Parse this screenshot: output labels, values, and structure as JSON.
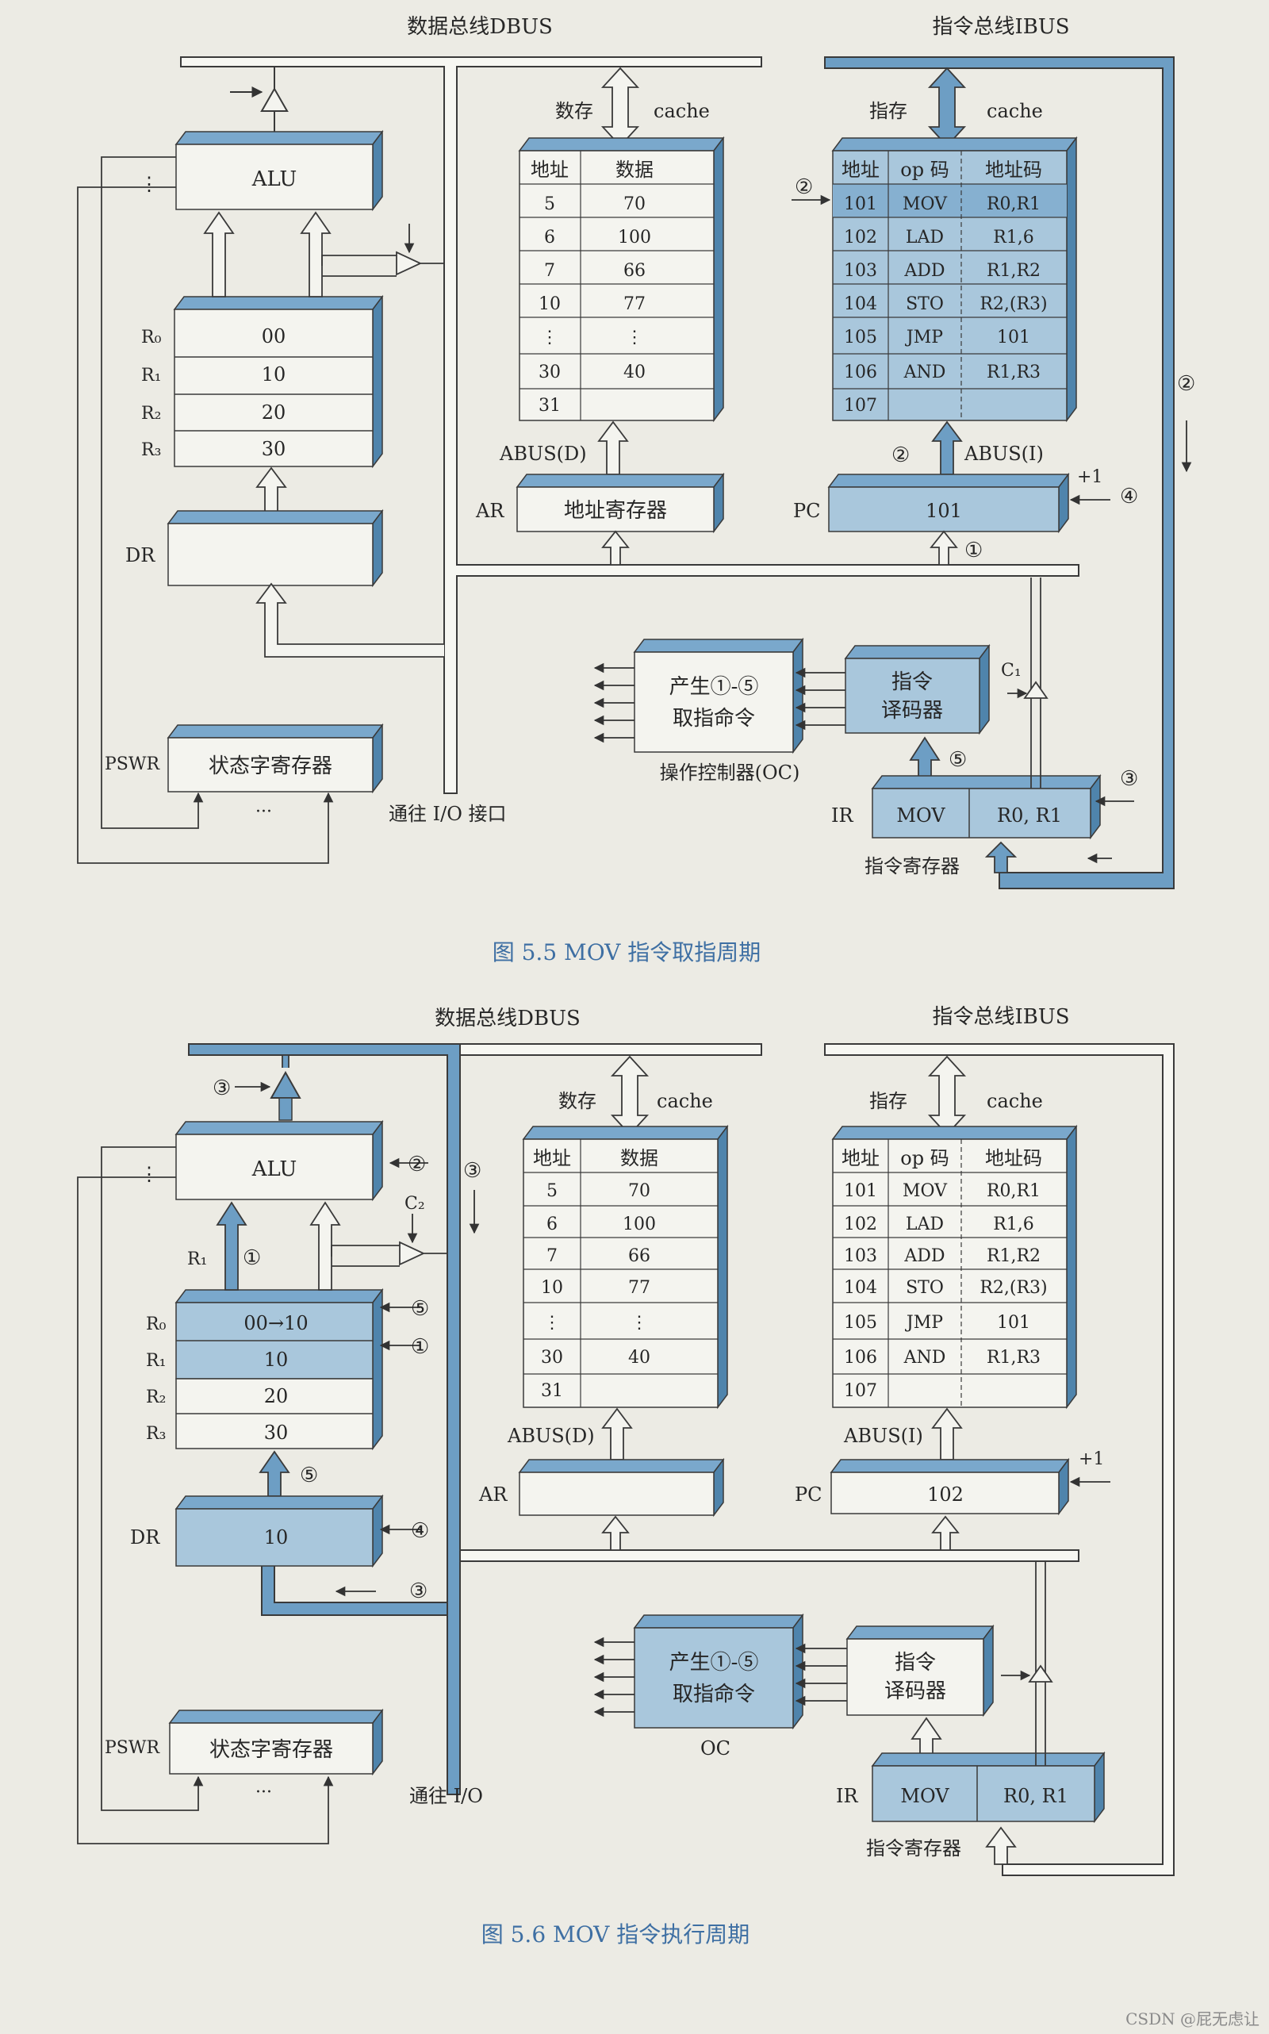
{
  "colors": {
    "page": "#ecebe4",
    "box": "#f4f4ef",
    "highlight": "#a9c7dc",
    "bus": "#f7f7f2",
    "active_bus": "#6d9ec4",
    "line": "#3a3a3a",
    "caption": "#3e6fa3",
    "side": "#4f84ac",
    "top": "#7aa8cc"
  },
  "watermark": "CSDN @屁无虑让",
  "fig1": {
    "caption": "图 5.5   MOV 指令取指周期",
    "dbus_title": "数据总线DBUS",
    "ibus_title": "指令总线IBUS",
    "alu": "ALU",
    "alu_dots": "⋮",
    "regs": [
      {
        "name": "R₀",
        "value": "00"
      },
      {
        "name": "R₁",
        "value": "10"
      },
      {
        "name": "R₂",
        "value": "20"
      },
      {
        "name": "R₃",
        "value": "30"
      }
    ],
    "dr_label": "DR",
    "dr_value": "",
    "pswr_label": "PSWR",
    "pswr_box": "状态字寄存器",
    "pswr_dots": "···",
    "dcache_title": "数存",
    "dcache_label": "cache",
    "dmem_headers": [
      "地址",
      "数据"
    ],
    "dmem_rows": [
      [
        "5",
        "70"
      ],
      [
        "6",
        "100"
      ],
      [
        "7",
        "66"
      ],
      [
        "10",
        "77"
      ],
      [
        "⋮",
        "⋮"
      ],
      [
        "30",
        "40"
      ],
      [
        "31",
        ""
      ]
    ],
    "abus_d": "ABUS(D)",
    "ar_label": "AR",
    "ar_box": "地址寄存器",
    "icache_title": "指存",
    "icache_label": "cache",
    "imem_headers": [
      "地址",
      "op 码",
      "地址码"
    ],
    "imem_rows": [
      [
        "101",
        "MOV",
        "R0,R1"
      ],
      [
        "102",
        "LAD",
        "R1,6"
      ],
      [
        "103",
        "ADD",
        "R1,R2"
      ],
      [
        "104",
        "STO",
        "R2,(R3)"
      ],
      [
        "105",
        "JMP",
        "101"
      ],
      [
        "106",
        "AND",
        "R1,R3"
      ],
      [
        "107",
        "",
        ""
      ]
    ],
    "abus_i": "ABUS(I)",
    "pc_label": "PC",
    "pc_value": "101",
    "plus1": "+1",
    "oc_line1": "产生①-⑤",
    "oc_line2": "取指命令",
    "oc_label": "操作控制器(OC)",
    "dec_line1": "指令",
    "dec_line2": "译码器",
    "ir_label": "IR",
    "ir_op": "MOV",
    "ir_addr": "R0, R1",
    "ir_caption": "指令寄存器",
    "io_label": "通往 I/O 接口",
    "c1": "C₁",
    "markers": {
      "m1": "①",
      "m2a": "②",
      "m2b": "②",
      "m2c": "②",
      "m3": "③",
      "m4": "④",
      "m5": "⑤"
    }
  },
  "fig2": {
    "caption": "图 5.6   MOV 指令执行周期",
    "dbus_title": "数据总线DBUS",
    "ibus_title": "指令总线IBUS",
    "alu": "ALU",
    "alu_dots": "⋮",
    "regs": [
      {
        "name": "R₀",
        "value": "00→10"
      },
      {
        "name": "R₁",
        "value": "10"
      },
      {
        "name": "R₂",
        "value": "20"
      },
      {
        "name": "R₃",
        "value": "30"
      }
    ],
    "r1_label": "R₁",
    "dr_label": "DR",
    "dr_value": "10",
    "pswr_label": "PSWR",
    "pswr_box": "状态字寄存器",
    "pswr_dots": "···",
    "dcache_title": "数存",
    "dcache_label": "cache",
    "dmem_headers": [
      "地址",
      "数据"
    ],
    "dmem_rows": [
      [
        "5",
        "70"
      ],
      [
        "6",
        "100"
      ],
      [
        "7",
        "66"
      ],
      [
        "10",
        "77"
      ],
      [
        "⋮",
        "⋮"
      ],
      [
        "30",
        "40"
      ],
      [
        "31",
        ""
      ]
    ],
    "abus_d": "ABUS(D)",
    "ar_label": "AR",
    "ar_box": "",
    "icache_title": "指存",
    "icache_label": "cache",
    "imem_headers": [
      "地址",
      "op 码",
      "地址码"
    ],
    "imem_rows": [
      [
        "101",
        "MOV",
        "R0,R1"
      ],
      [
        "102",
        "LAD",
        "R1,6"
      ],
      [
        "103",
        "ADD",
        "R1,R2"
      ],
      [
        "104",
        "STO",
        "R2,(R3)"
      ],
      [
        "105",
        "JMP",
        "101"
      ],
      [
        "106",
        "AND",
        "R1,R3"
      ],
      [
        "107",
        "",
        ""
      ]
    ],
    "abus_i": "ABUS(I)",
    "pc_label": "PC",
    "pc_value": "102",
    "plus1": "+1",
    "oc_line1": "产生①-⑤",
    "oc_line2": "取指命令",
    "oc_label": "OC",
    "dec_line1": "指令",
    "dec_line2": "译码器",
    "ir_label": "IR",
    "ir_op": "MOV",
    "ir_addr": "R0, R1",
    "ir_caption": "指令寄存器",
    "io_label": "通往 I/O",
    "c2": "C₂",
    "markers": {
      "m3a": "③",
      "m2": "②",
      "m3b": "③",
      "m1a": "①",
      "m5a": "⑤",
      "m1b": "①",
      "m5b": "⑤",
      "m4": "④",
      "m3c": "③"
    }
  }
}
